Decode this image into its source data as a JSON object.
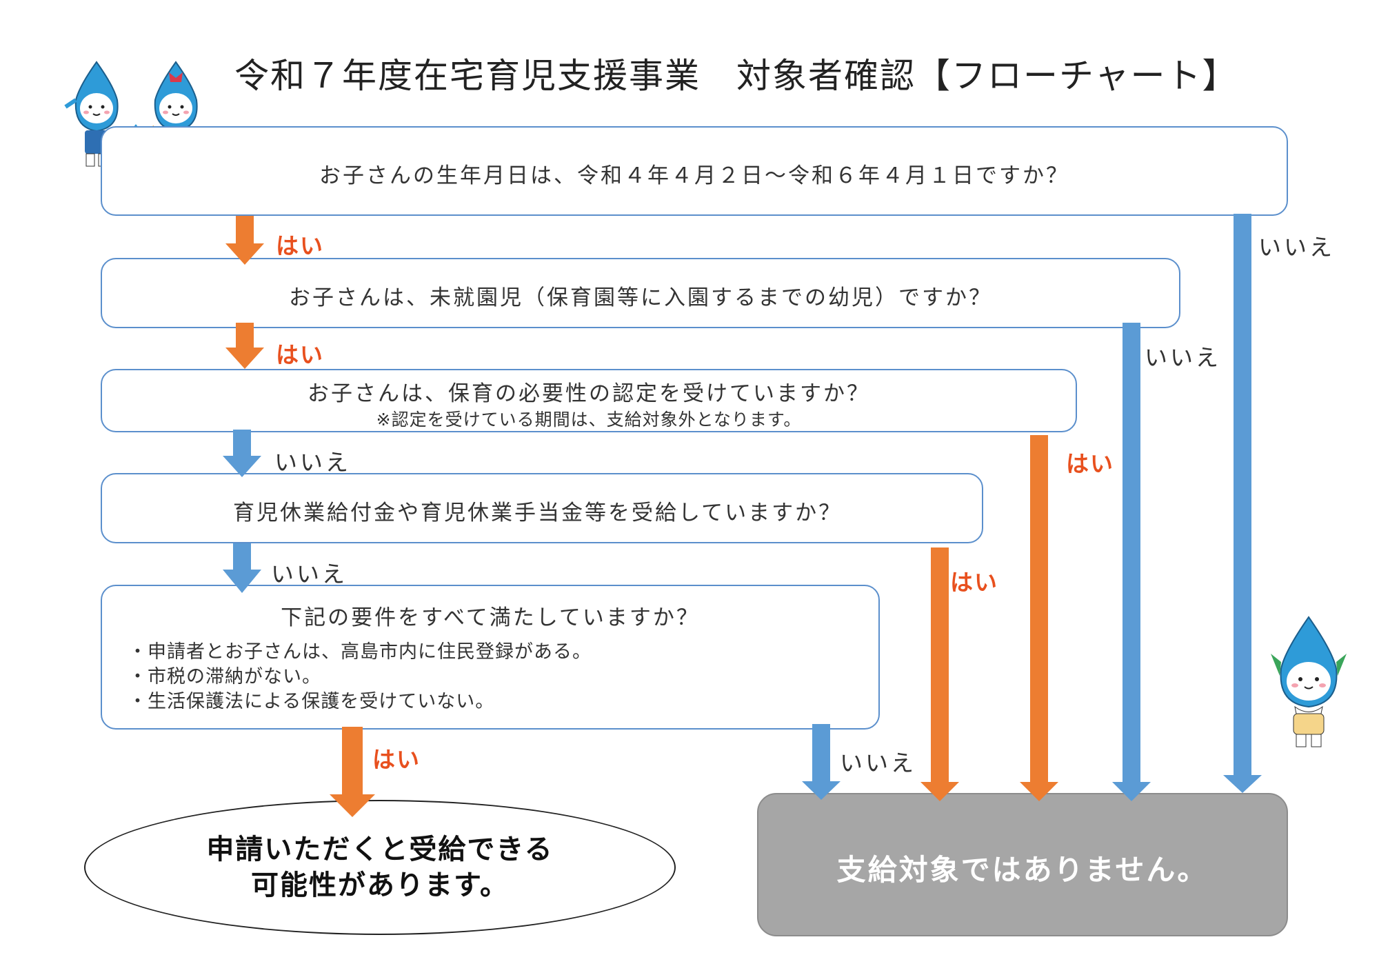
{
  "title": "令和７年度在宅育児支援事業　対象者確認【フローチャート】",
  "colors": {
    "box_border": "#5b8fcc",
    "yes_arrow": "#ed7d31",
    "no_arrow": "#5b9bd5",
    "yes_label": "#e8501e",
    "result_bg": "#a6a6a6",
    "mascot_blue": "#2e9bd8"
  },
  "labels": {
    "yes": "はい",
    "no": "いいえ"
  },
  "questions": [
    {
      "text": "お子さんの生年月日は、令和４年４月２日～令和６年４月１日ですか？"
    },
    {
      "text": "お子さんは、未就園児（保育園等に入園するまでの幼児）ですか？"
    },
    {
      "text": "お子さんは、保育の必要性の認定を受けていますか？",
      "note": "※認定を受けている期間は、支給対象外となります。"
    },
    {
      "text": "育児休業給付金や育児休業手当金等を受給していますか？"
    },
    {
      "text": "下記の要件をすべて満たしていますか？",
      "conditions": [
        "・申請者とお子さんは、高島市内に住民登録がある。",
        "・市税の滞納がない。",
        "・生活保護法による保護を受けていない。"
      ]
    }
  ],
  "results": {
    "eligible_line1": "申請いただくと受給できる",
    "eligible_line2": "可能性があります。",
    "ineligible": "支給対象ではありません。"
  },
  "mascots": {
    "family_icon": "mascot-family-icon",
    "single_icon": "mascot-single-icon"
  }
}
